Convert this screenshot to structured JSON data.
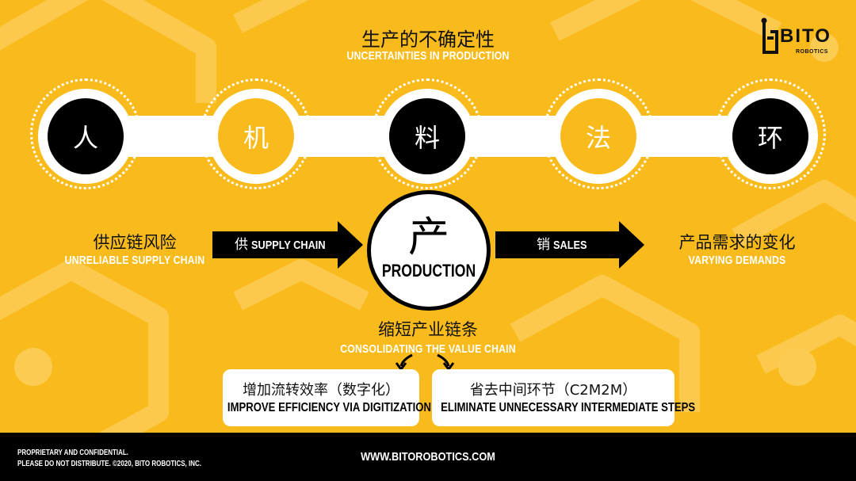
{
  "header": {
    "title_cn": "生产的不确定性",
    "title_en": "UNCERTAINTIES IN PRODUCTION"
  },
  "logo": {
    "name": "BITO",
    "sub": "ROBOTICS",
    "icon": "bito-logo-icon"
  },
  "chain": [
    {
      "char": "人",
      "style": "black"
    },
    {
      "char": "机",
      "style": "yellow"
    },
    {
      "char": "料",
      "style": "black"
    },
    {
      "char": "法",
      "style": "yellow"
    },
    {
      "char": "环",
      "style": "black"
    }
  ],
  "left": {
    "cn": "供应链风险",
    "en": "UNRELIABLE SUPPLY CHAIN"
  },
  "right": {
    "cn": "产品需求的变化",
    "en": "VARYING DEMANDS"
  },
  "arrow_left": {
    "cn": "供",
    "en": "SUPPLY CHAIN"
  },
  "arrow_right": {
    "cn": "销",
    "en": "SALES"
  },
  "production": {
    "cn": "产",
    "en": "PRODUCTION"
  },
  "value_chain": {
    "cn": "缩短产业链条",
    "en": "CONSOLIDATING THE VALUE CHAIN"
  },
  "boxes": [
    {
      "cn": "增加流转效率（数字化）",
      "en": "IMPROVE EFFICIENCY VIA DIGITIZATION"
    },
    {
      "cn": "省去中间环节（C2M2M）",
      "en": "ELIMINATE UNNECESSARY INTERMEDIATE STEPS"
    }
  ],
  "footer": {
    "line1": "PROPRIETARY AND CONFIDENTIAL.",
    "line2": "PLEASE DO NOT DISTRIBUTE. ©2020, BITO ROBOTICS, INC.",
    "site": "WWW.BITOROBOTICS.COM"
  },
  "colors": {
    "accent": "#F9BB1C",
    "dark": "#000000",
    "light": "#FFFFFF"
  }
}
